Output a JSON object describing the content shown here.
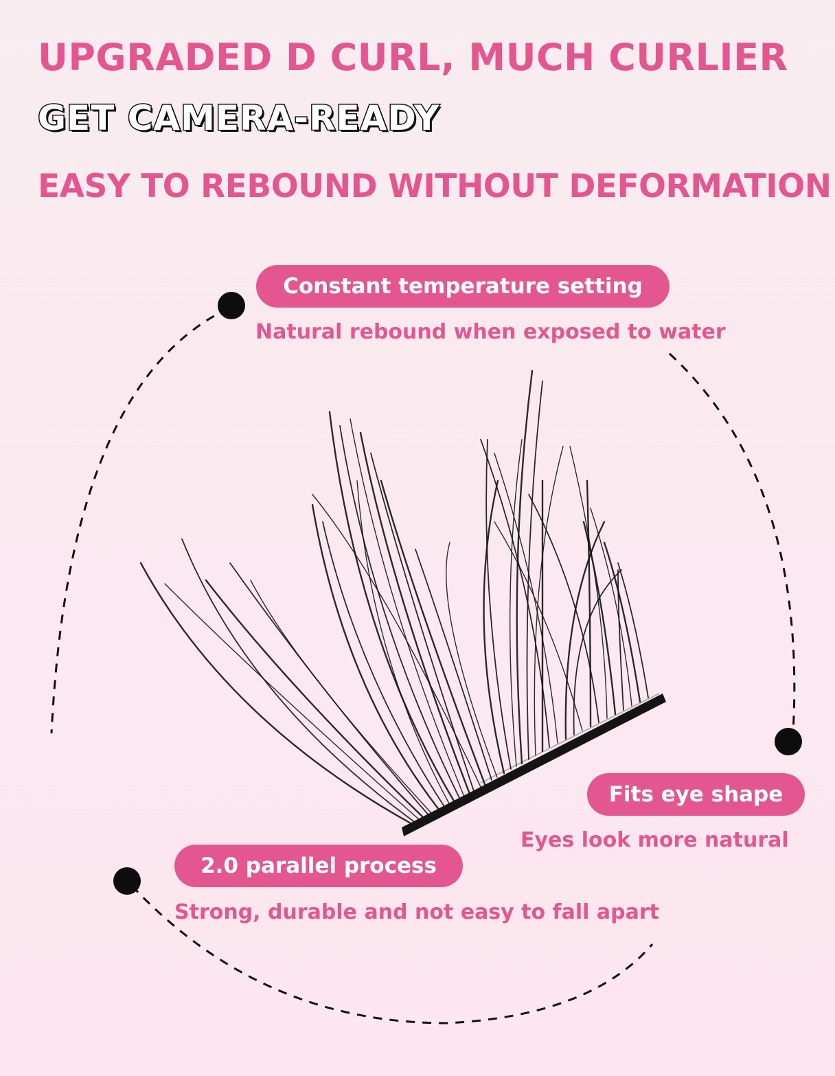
{
  "headlines": {
    "line1": "UPGRADED D CURL, MUCH CURLIER",
    "line2": "GET CAMERA-READY",
    "line3": "EASY TO REBOUND WITHOUT DEFORMATION"
  },
  "features": [
    {
      "title": "Constant temperature setting",
      "subtitle": "Natural rebound when exposed to water"
    },
    {
      "title": "Fits eye shape",
      "subtitle": "Eyes look more natural"
    },
    {
      "title": "2.0 parallel process",
      "subtitle": "Strong, durable and not easy to fall apart"
    }
  ],
  "colors": {
    "accent": "#e4568f",
    "pill": "#e4568f",
    "dot": "#0d0d0d",
    "lash": "#141414"
  }
}
